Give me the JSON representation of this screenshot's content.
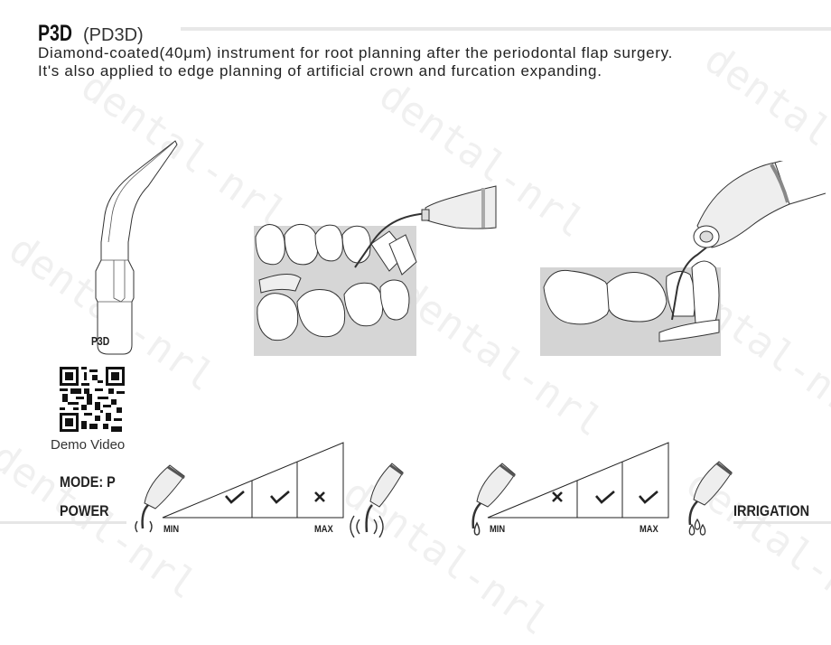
{
  "header": {
    "code": "P3D",
    "alt_code": "(PD3D)",
    "description_lines": [
      "Diamond-coated(40μm) instrument for root planning after the periodontal flap surgery.",
      "It's also applied to edge planning of artificial crown and furcation expanding."
    ]
  },
  "tip_illustration": {
    "engraving": "P3D"
  },
  "qr": {
    "caption": "Demo Video"
  },
  "watermark": {
    "text": "dental-nrl"
  },
  "power_chart": {
    "mode_label": "MODE: P",
    "label": "POWER",
    "min_label": "MIN",
    "max_label": "MAX",
    "segments": [
      "check",
      "check",
      "cross"
    ]
  },
  "irrigation_chart": {
    "label": "IRRIGATION",
    "min_label": "MIN",
    "max_label": "MAX",
    "segments": [
      "cross",
      "check",
      "check"
    ]
  },
  "colors": {
    "text": "#222222",
    "line": "#e8e8e8",
    "illustration_gray": "#bdbdbd"
  }
}
